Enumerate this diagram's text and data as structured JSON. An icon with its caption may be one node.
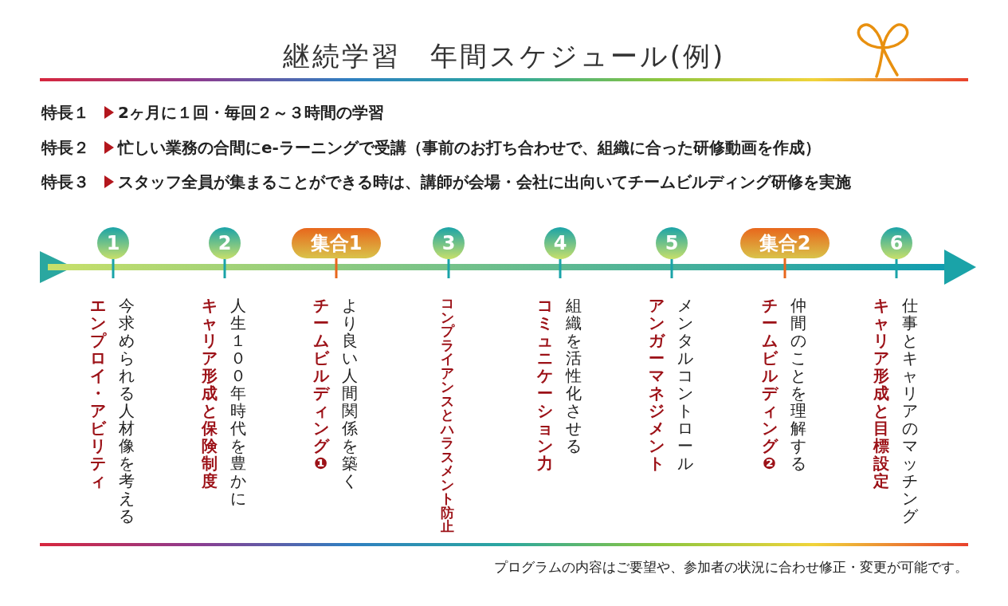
{
  "diagram": {
    "title": "継続学習　年間スケジュール(例)",
    "caption": "プログラムの内容はご要望や、参加者の状況に合わせ修正・変更が可能です。",
    "nodes": [
      {
        "text": [
          "1"
        ],
        "beside": [
          "今求められる人材像を考える",
          "エンプロイ・アビリティ"
        ]
      },
      {
        "text": [
          "2"
        ],
        "beside": [
          "人生１００年時代を豊かに",
          "キャリア形成と保険制度"
        ]
      },
      {
        "text": [
          "集合1"
        ],
        "beside": [
          "より良い人間関係を築く",
          "チームビルディング❶"
        ]
      },
      {
        "text": [
          "3"
        ],
        "beside": [
          "コンプライアンスとハラスメント防止"
        ]
      },
      {
        "text": [
          "4"
        ],
        "beside": [
          "組織を活性化させる",
          "コミュニケーション力"
        ]
      },
      {
        "text": [
          "5"
        ],
        "beside": [
          "メンタルコントロール",
          "アンガーマネジメント"
        ]
      },
      {
        "text": [
          "集合2"
        ],
        "beside": [
          "仲間のことを理解する",
          "チームビルディング❷"
        ]
      },
      {
        "text": [
          "6"
        ],
        "beside": [
          "仕事とキャリアのマッチング",
          "キャリア形成と目標設定"
        ]
      }
    ],
    "labels": [
      "特長１",
      "2ヶ月に１回・毎回２～３時間の学習",
      "特長２",
      "忙しい業務の合間にe-ラーニングで受講（事前のお打ち合わせで、組織に合った研修動画を作成）",
      "特長３",
      "スタッフ全員が集まることができる時は、講師が会場・会社に出向いてチームビルディング研修を実施"
    ]
  }
}
